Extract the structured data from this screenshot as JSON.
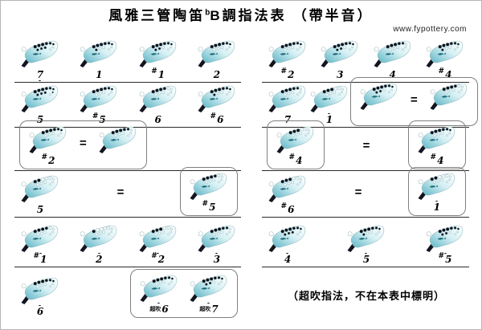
{
  "title": {
    "part1": "風雅三管陶笛",
    "flat": "b",
    "part2": "B調指法表",
    "part3": "（帶半音）"
  },
  "website": "www.fypottery.com",
  "footnote": "（超吹指法，不在本表中標明）",
  "overblow": "超吹",
  "colors": {
    "body_teal": "#5fb6c6",
    "body_light": "#d6f0f4",
    "hole_closed": "#0d0d16",
    "mouthpiece": "#12141f",
    "logo": "#1e6b7a",
    "rule_line": "#2a2a2a"
  },
  "rows": [
    {
      "left": {
        "items": [
          {
            "t": "note",
            "num": "7",
            "oct": "low"
          },
          {
            "t": "note",
            "num": "1"
          },
          {
            "t": "note",
            "acc": "#",
            "num": "1"
          },
          {
            "t": "note",
            "num": "2"
          }
        ]
      },
      "right": {
        "items": [
          {
            "t": "note",
            "acc": "#",
            "num": "2"
          },
          {
            "t": "note",
            "num": "3"
          },
          {
            "t": "note",
            "num": "4"
          },
          {
            "t": "note",
            "acc": "#",
            "num": "4"
          }
        ]
      }
    },
    {
      "left": {
        "items": [
          {
            "t": "note",
            "num": "5"
          },
          {
            "t": "note",
            "acc": "#",
            "num": "5"
          },
          {
            "t": "note",
            "num": "6"
          },
          {
            "t": "note",
            "acc": "#",
            "num": "6"
          }
        ]
      },
      "right": {
        "items": [
          {
            "t": "note",
            "num": "7"
          },
          {
            "t": "note",
            "num": "1",
            "oct": "high"
          },
          {
            "t": "box",
            "items": [
              {
                "t": "note"
              },
              {
                "t": "eq"
              },
              {
                "t": "note"
              }
            ]
          }
        ]
      }
    },
    {
      "left": {
        "items": [
          {
            "t": "box",
            "items": [
              {
                "t": "note",
                "acc": "#",
                "num": "2"
              },
              {
                "t": "eq"
              },
              {
                "t": "note"
              }
            ]
          }
        ]
      },
      "right": {
        "items": [
          {
            "t": "box",
            "items": [
              {
                "t": "note",
                "acc": "#",
                "num": "4"
              }
            ]
          },
          {
            "t": "eq"
          },
          {
            "t": "box",
            "items": [
              {
                "t": "note",
                "acc": "#",
                "num": "4"
              }
            ]
          }
        ]
      }
    },
    {
      "left": {
        "items": [
          {
            "t": "note",
            "num": "5"
          },
          {
            "t": "eq"
          },
          {
            "t": "box",
            "items": [
              {
                "t": "note",
                "acc": "#",
                "num": "5"
              }
            ]
          }
        ]
      },
      "right": {
        "items": [
          {
            "t": "note",
            "acc": "#",
            "num": "6"
          },
          {
            "t": "eq"
          },
          {
            "t": "box",
            "items": [
              {
                "t": "note",
                "num": "1",
                "oct": "high"
              }
            ]
          }
        ]
      }
    },
    {
      "left": {
        "items": [
          {
            "t": "note",
            "acc": "#",
            "num": "1",
            "oct": "high"
          },
          {
            "t": "note",
            "num": "2",
            "oct": "high"
          },
          {
            "t": "note",
            "acc": "#",
            "num": "2",
            "oct": "high"
          },
          {
            "t": "note",
            "num": "3",
            "oct": "high"
          }
        ]
      },
      "right": {
        "items": [
          {
            "t": "note",
            "num": "4",
            "oct": "high"
          },
          {
            "t": "note",
            "num": "5",
            "oct": "high"
          },
          {
            "t": "note",
            "acc": "#",
            "num": "5",
            "oct": "high"
          }
        ]
      }
    },
    {
      "left": {
        "items": [
          {
            "t": "note",
            "num": "6",
            "oct": "high"
          },
          {
            "t": "box",
            "items": [
              {
                "t": "note",
                "num": "6",
                "oct": "high",
                "pre": "超吹"
              },
              {
                "t": "note",
                "num": "7",
                "oct": "high",
                "pre": "超吹"
              }
            ]
          }
        ]
      },
      "right": {
        "caption": true
      }
    }
  ]
}
